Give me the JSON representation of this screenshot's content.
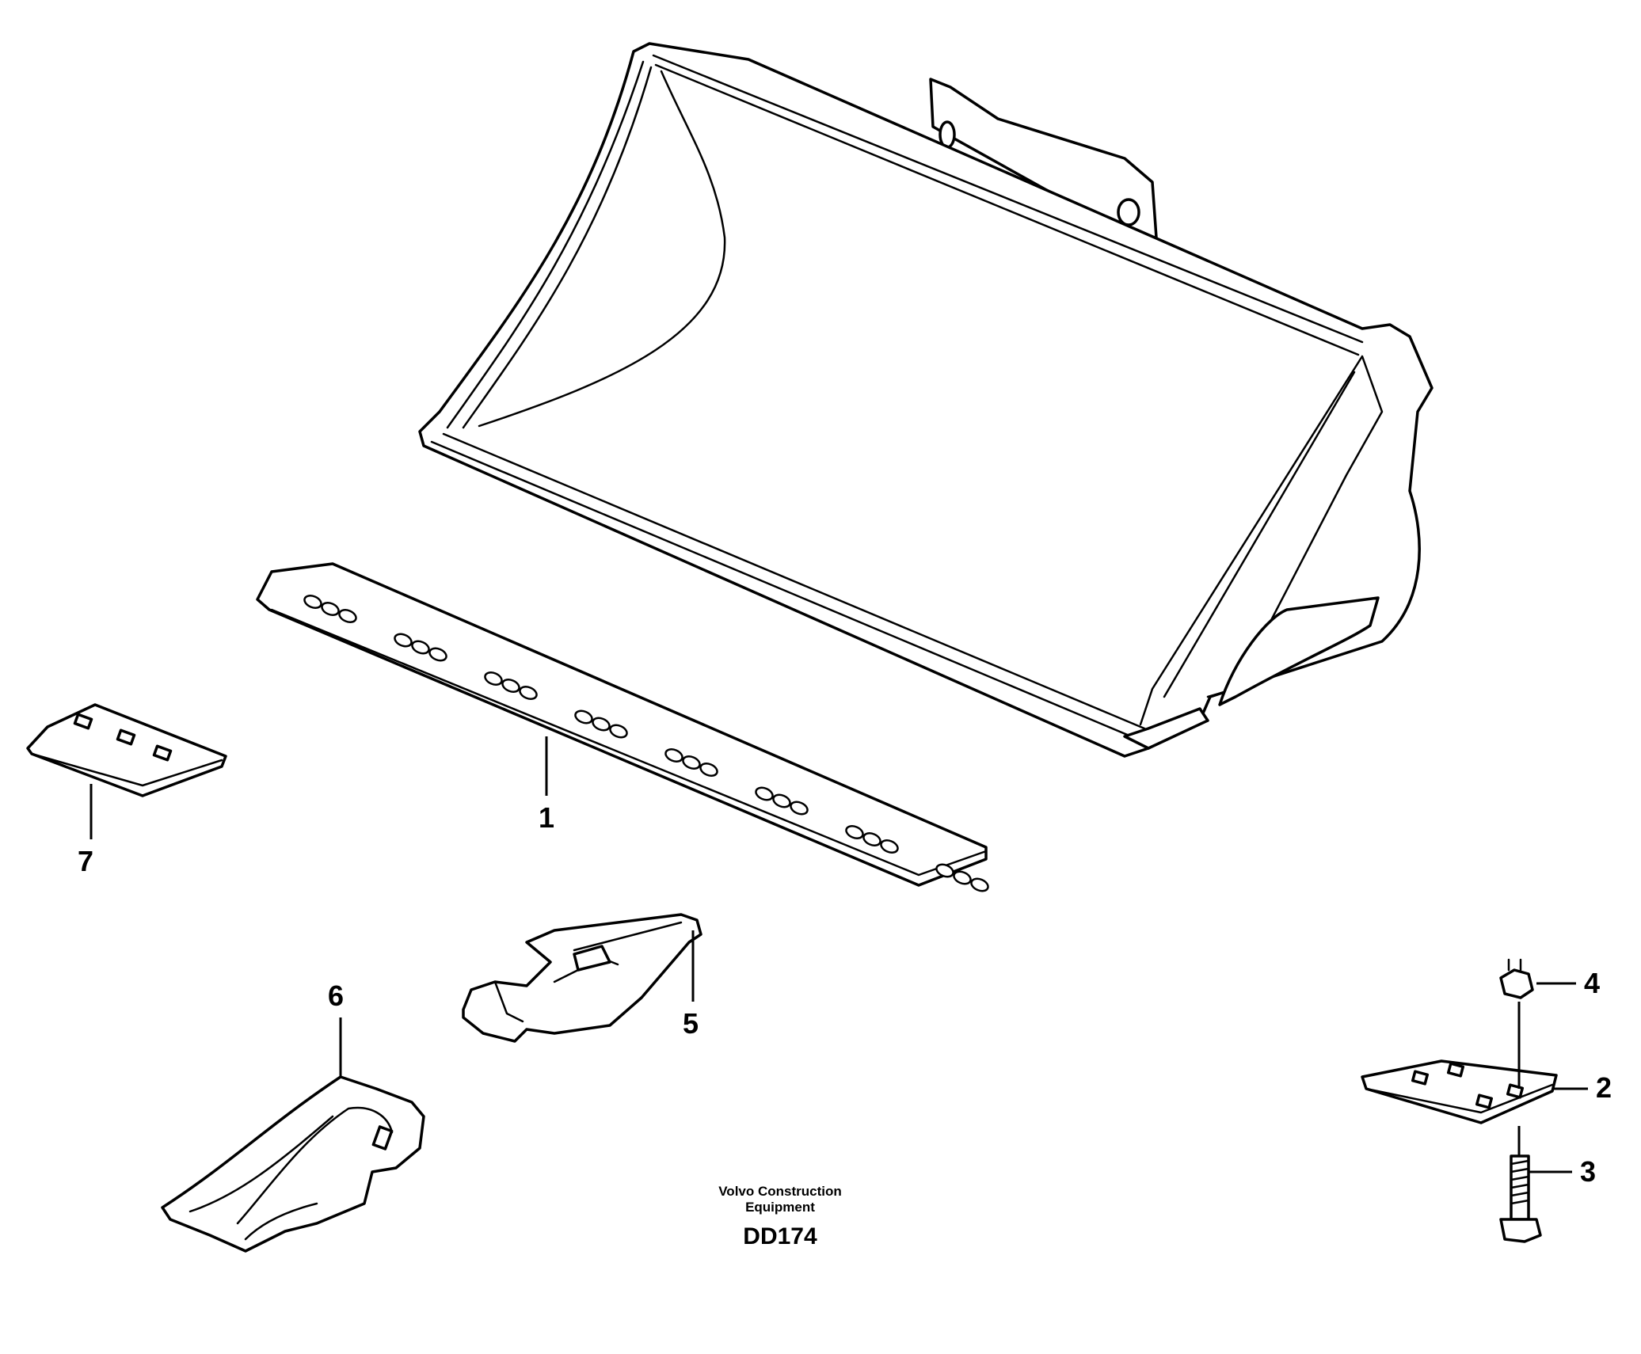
{
  "callouts": {
    "c1": "1",
    "c2": "2",
    "c3": "3",
    "c4": "4",
    "c5": "5",
    "c6": "6",
    "c7": "7"
  },
  "caption": {
    "line1": "Volvo Construction",
    "line2": "Equipment",
    "code": "DD174"
  },
  "colors": {
    "line": "#000000",
    "background": "#ffffff"
  }
}
